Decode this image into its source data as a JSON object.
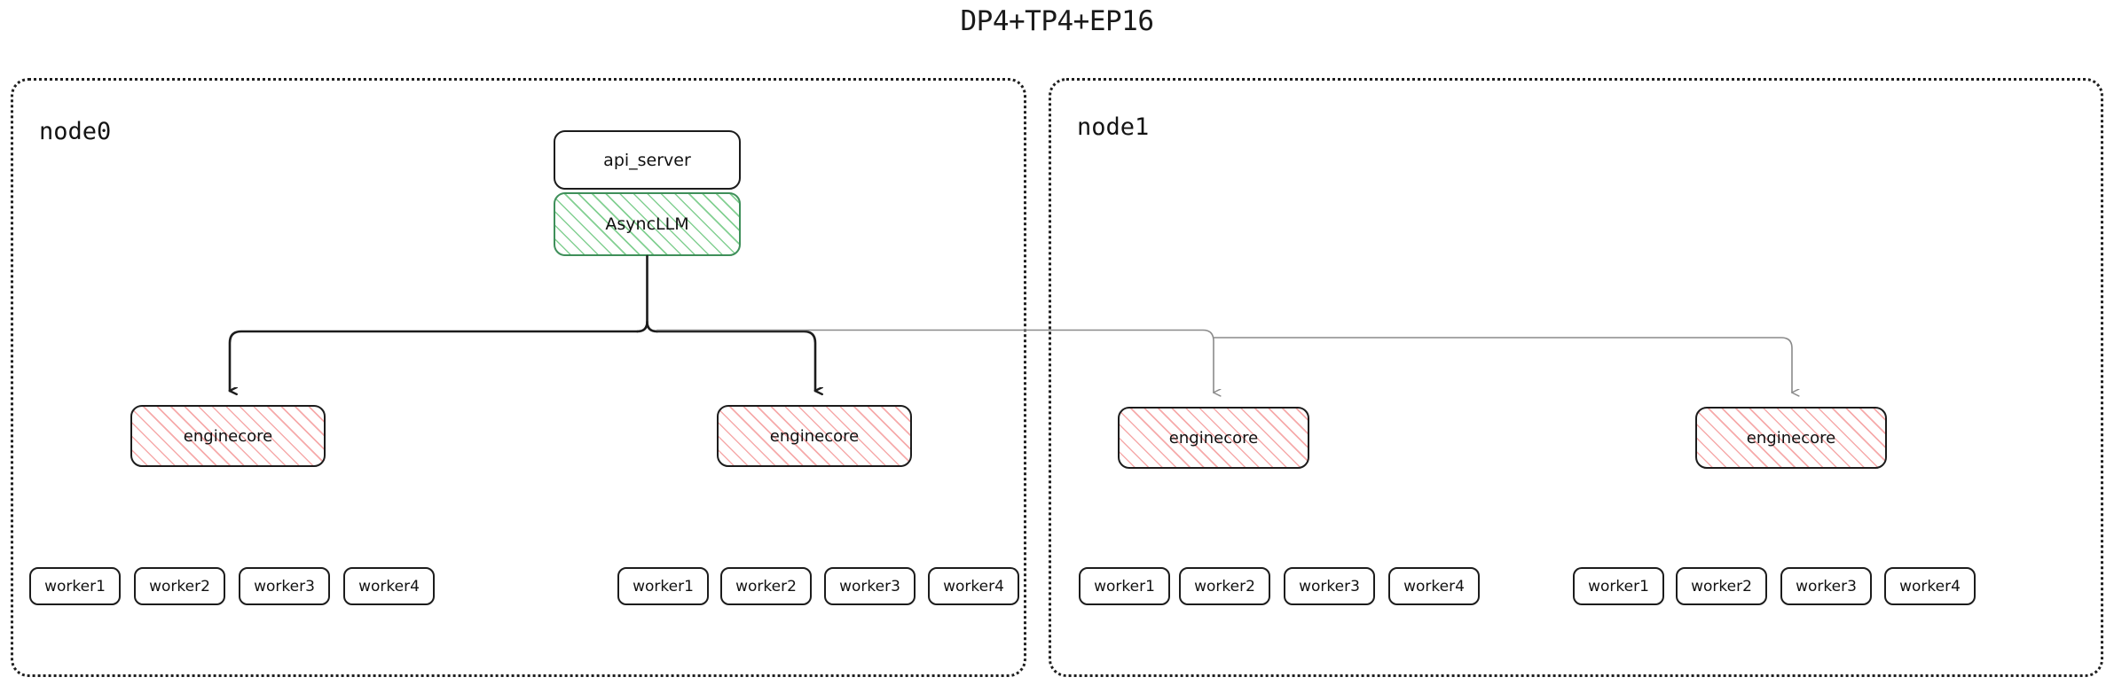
{
  "title": "DP4+TP4+EP16",
  "nodes": [
    {
      "id": "node0",
      "label": "node0",
      "groups": [
        {
          "enginecore": "enginecore",
          "workers": [
            "worker1",
            "worker2",
            "worker3",
            "worker4"
          ]
        },
        {
          "enginecore": "enginecore",
          "workers": [
            "worker1",
            "worker2",
            "worker3",
            "worker4"
          ]
        }
      ],
      "api_server": "api_server",
      "async_llm": "AsyncLLM"
    },
    {
      "id": "node1",
      "label": "node1",
      "groups": [
        {
          "enginecore": "enginecore",
          "workers": [
            "worker1",
            "worker2",
            "worker3",
            "worker4"
          ]
        },
        {
          "enginecore": "enginecore",
          "workers": [
            "worker1",
            "worker2",
            "worker3",
            "worker4"
          ]
        }
      ]
    }
  ],
  "colors": {
    "stroke_dark": "#1c1c1c",
    "stroke_light": "#8a8a8a",
    "async_hatch": "#7ccd8c",
    "async_border": "#3f8f5a",
    "engine_hatch": "#f5a5a5",
    "background": "#ffffff",
    "text": "#111111"
  },
  "connectors": {
    "local_arrow_color": "#1c1c1c",
    "remote_arrow_color": "#8a8a8a",
    "description": "AsyncLLM fans out to four enginecore processes: two local on node0 drawn with heavy black strokes and two remote on node1 drawn with light gray strokes."
  }
}
